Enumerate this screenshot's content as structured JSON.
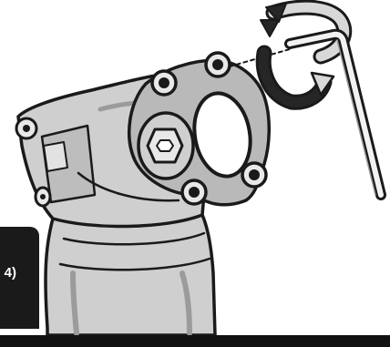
{
  "step_label": "4)",
  "colors": {
    "stem_body": "#cfcfcf",
    "stem_shadow": "#9b9b9b",
    "faceplate": "#b9b9b9",
    "outline": "#1a1a1a",
    "bolt_head": "#e8e8e8",
    "arrow_light": "#d8d8d8",
    "arrow_dark": "#262626",
    "tab_background": "#1a1a1a",
    "tab_text": "#ffffff",
    "bottom_bar": "#111111"
  },
  "icons": [
    "stem-illustration",
    "faceplate",
    "bolt",
    "hex-key",
    "rotation-arrow-icon"
  ]
}
